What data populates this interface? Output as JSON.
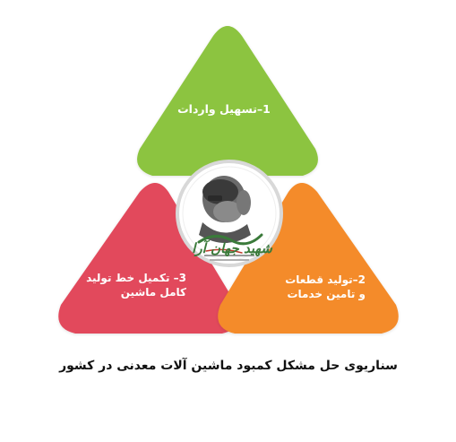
{
  "diagram": {
    "segments": [
      {
        "id": "top",
        "lines": [
          "1–تسهیل واردات"
        ],
        "color": "#8cc43f"
      },
      {
        "id": "bottom-left",
        "lines": [
          "3–  تکمیل خط تولید",
          "کامل ماشین"
        ],
        "color": "#e24a5c"
      },
      {
        "id": "bottom-right",
        "lines": [
          "2–تولید قطعات",
          "و تامین خدمات"
        ],
        "color": "#f48b2a"
      }
    ],
    "center_logo": {
      "name_text": "شهید جهان آرا",
      "ring_color": "#dcdcdc",
      "accent_color": "#3a7a3a"
    },
    "caption": "سناریوی حل مشکل کمبود  ماشین آلات معدنی در کشور"
  }
}
